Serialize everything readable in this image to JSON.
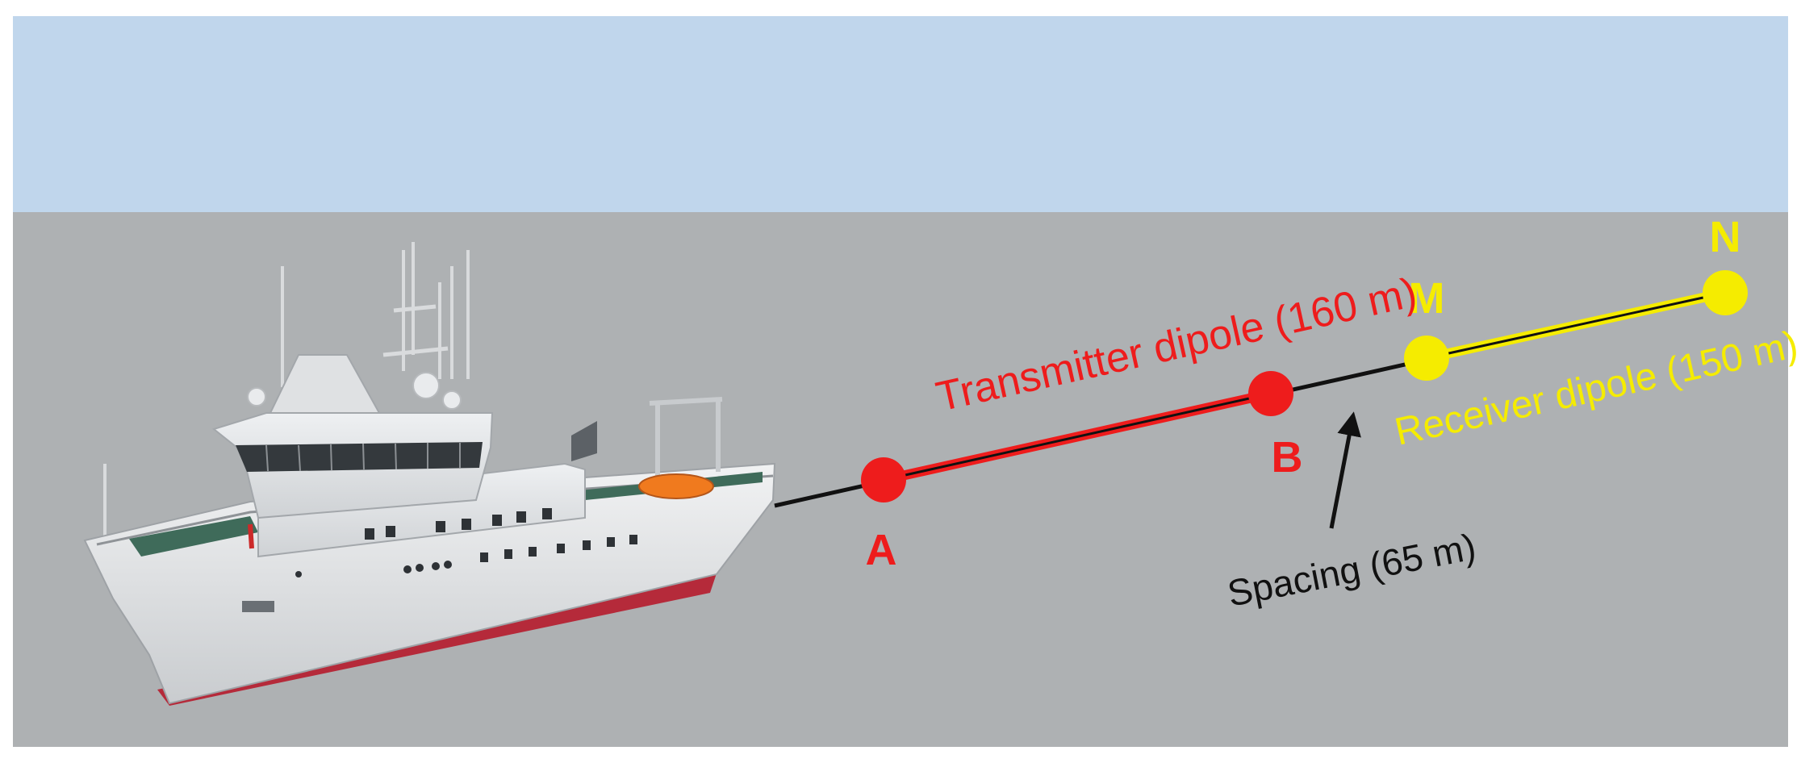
{
  "colors": {
    "sky": "#c0d6ec",
    "water": "#aeb1b3",
    "transmitter": "#ee1c1c",
    "receiver": "#f5ec00",
    "cable": "#111111",
    "hull_white": "#e4e6e8",
    "hull_red": "#b52a3a"
  },
  "labels": {
    "transmitter": "Transmitter dipole (160 m)",
    "receiver": "Receiver dipole (150 m)",
    "spacing": "Spacing (65 m)"
  },
  "electrodes": {
    "A": "A",
    "B": "B",
    "M": "M",
    "N": "N"
  },
  "icons": {
    "vessel": "research-vessel-icon",
    "spacing_arrow": "arrow-up-icon"
  }
}
